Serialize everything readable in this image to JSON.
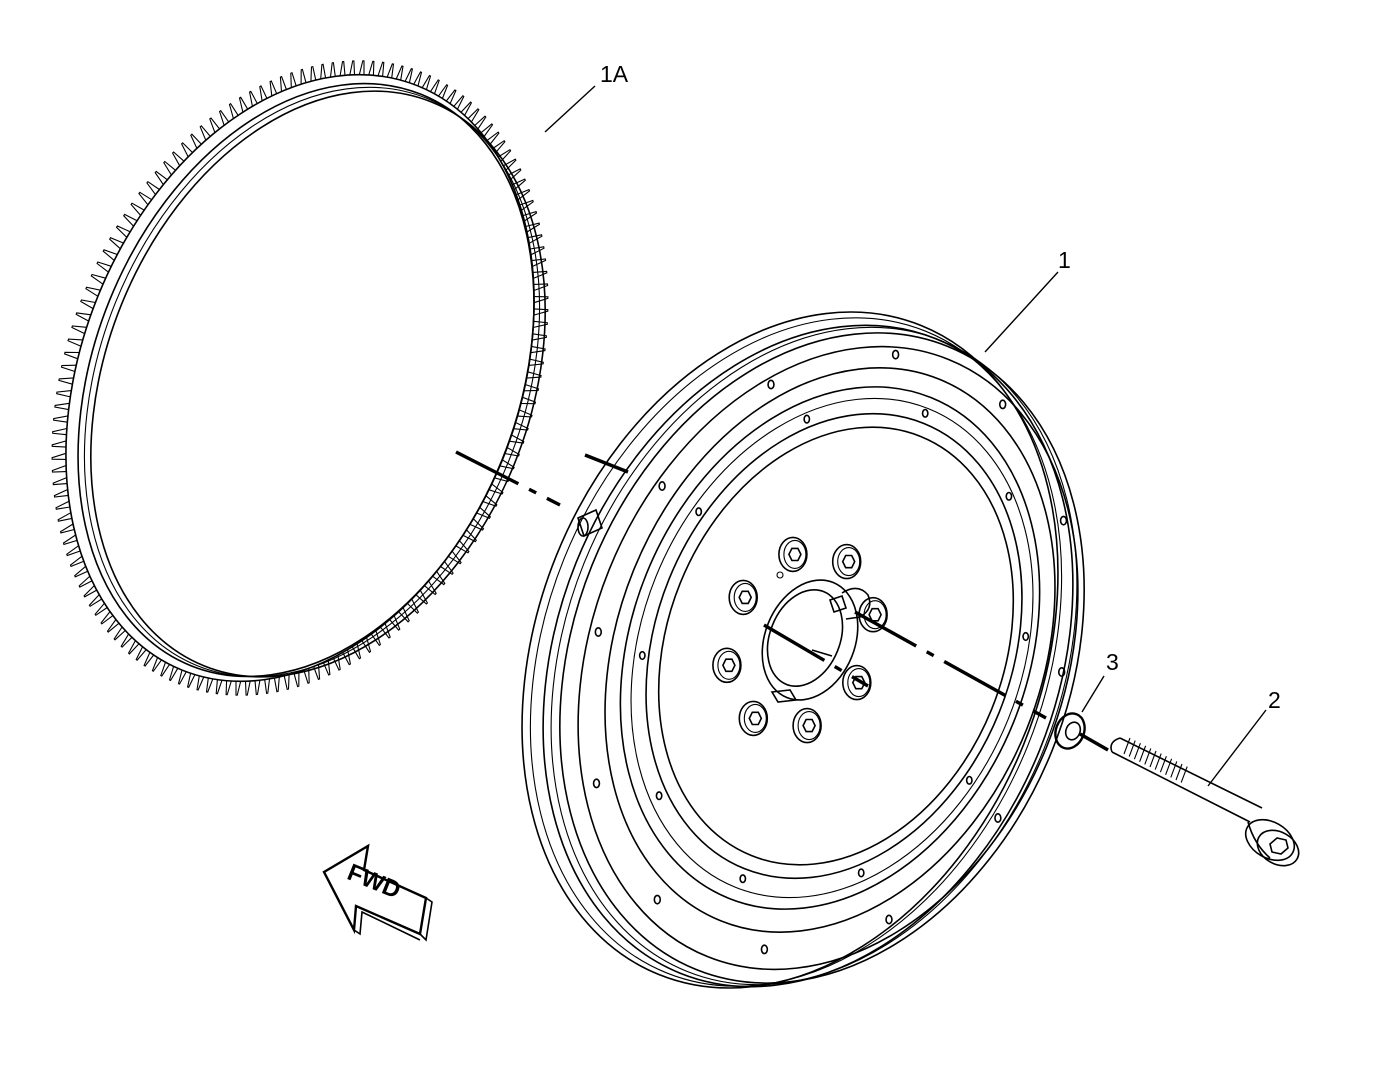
{
  "callouts": {
    "ring_gear": "1A",
    "flywheel": "1",
    "bolt": "2",
    "washer": "3"
  },
  "direction_arrow": {
    "label": "FWD"
  },
  "icons": {
    "direction_arrow": "arrow-left-icon"
  }
}
